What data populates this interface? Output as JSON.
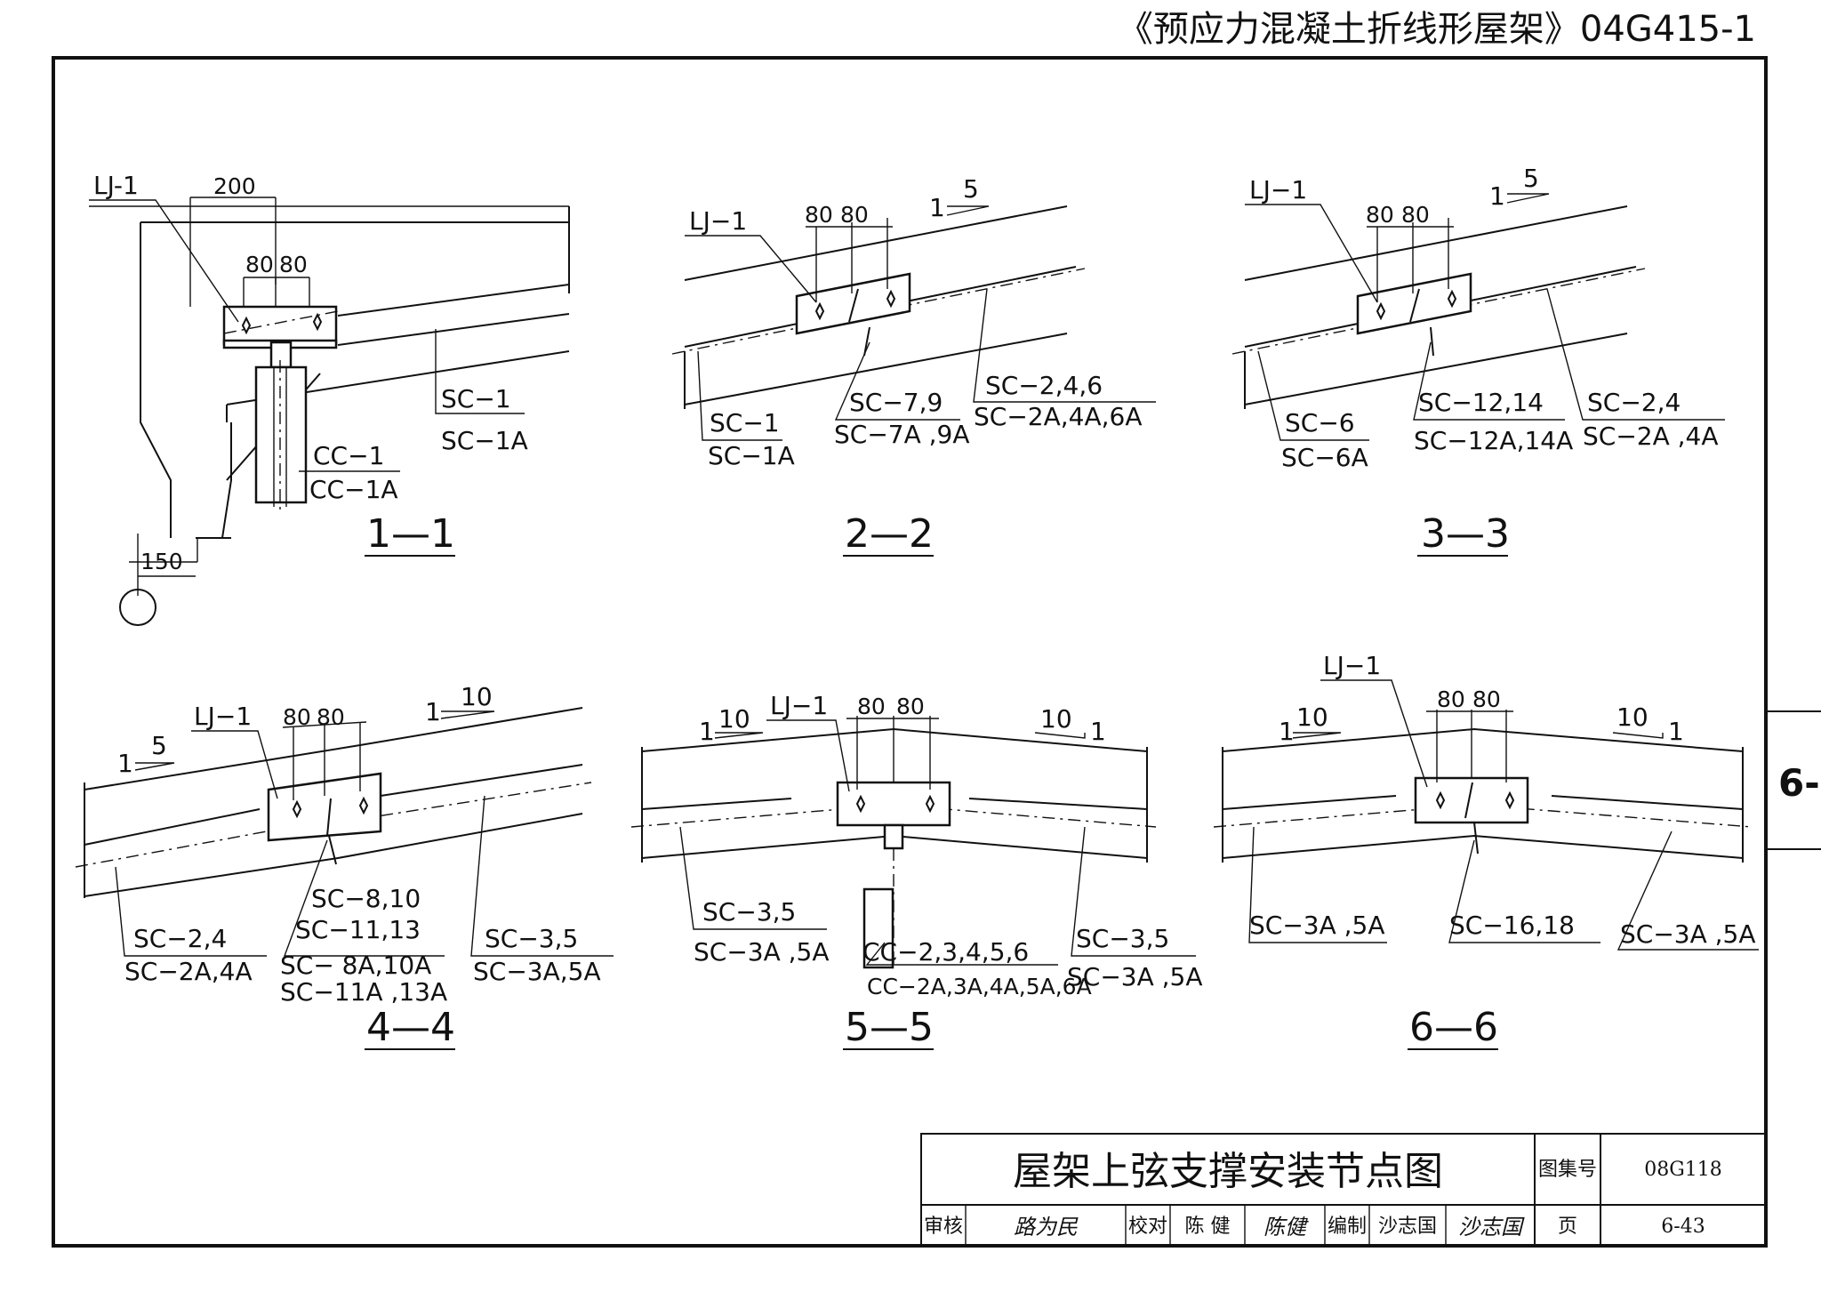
{
  "header": {
    "series_title": "《预应力混凝土折线形屋架》04G415-1"
  },
  "side_tab": "6-",
  "sections": {
    "s1": {
      "title": "1—1",
      "lj": "LJ-1",
      "dim_200": "200",
      "dim_80a": "80",
      "dim_80b": "80",
      "dim_150": "150",
      "sc_top": "SC−1",
      "sc_bot": "SC−1A",
      "cc_top": "CC−1",
      "cc_bot": "CC−1A"
    },
    "s2": {
      "title": "2—2",
      "lj": "LJ−1",
      "dim_80a": "80",
      "dim_80b": "80",
      "slope_1": "1",
      "slope_5": "5",
      "left_top": "SC−1",
      "left_bot": "SC−1A",
      "mid_top": "SC−7,9",
      "mid_bot": "SC−7A ,9A",
      "right_top": "SC−2,4,6",
      "right_bot": "SC−2A,4A,6A"
    },
    "s3": {
      "title": "3—3",
      "lj": "LJ−1",
      "dim_80a": "80",
      "dim_80b": "80",
      "slope_1": "1",
      "slope_5": "5",
      "left_top": "SC−6",
      "left_bot": "SC−6A",
      "mid_top": "SC−12,14",
      "mid_bot": "SC−12A,14A",
      "right_top": "SC−2,4",
      "right_bot": "SC−2A ,4A"
    },
    "s4": {
      "title": "4—4",
      "lj": "LJ−1",
      "dim_80a": "80",
      "dim_80b": "80",
      "slope_l_1": "1",
      "slope_l_5": "5",
      "slope_r_1": "1",
      "slope_r_10": "10",
      "left_top": "SC−2,4",
      "left_bot": "SC−2A,4A",
      "mid_1": "SC−8,10",
      "mid_2": "SC−11,13",
      "mid_3": "SC− 8A,10A",
      "mid_4": "SC−11A ,13A",
      "right_top": "SC−3,5",
      "right_bot": "SC−3A,5A"
    },
    "s5": {
      "title": "5—5",
      "lj": "LJ−1",
      "dim_80a": "80",
      "dim_80b": "80",
      "slope_l_1": "1",
      "slope_l_10": "10",
      "slope_r_10": "10",
      "slope_r_1": "1",
      "left_top": "SC−3,5",
      "left_bot": "SC−3A ,5A",
      "cc_top": "CC−2,3,4,5,6",
      "cc_bot": "CC−2A,3A,4A,5A,6A",
      "right_top": "SC−3,5",
      "right_bot": "SC−3A ,5A"
    },
    "s6": {
      "title": "6—6",
      "lj": "LJ−1",
      "dim_80a": "80",
      "dim_80b": "80",
      "slope_l_1": "1",
      "slope_l_10": "10",
      "slope_r_10": "10",
      "slope_r_1": "1",
      "left": "SC−3A ,5A",
      "mid": "SC−16,18",
      "right": "SC−3A ,5A"
    }
  },
  "title_block": {
    "title": "屋架上弦支撑安装节点图",
    "atlas_label": "图集号",
    "atlas_no": "08G118",
    "page_label": "页",
    "page_no": "6-43",
    "review_label": "审核",
    "review_sig": "路为民",
    "check_label": "校对",
    "check_name": "陈 健",
    "check_sig": "陈健",
    "compile_label": "编制",
    "compile_name": "沙志国",
    "compile_sig": "沙志国"
  }
}
